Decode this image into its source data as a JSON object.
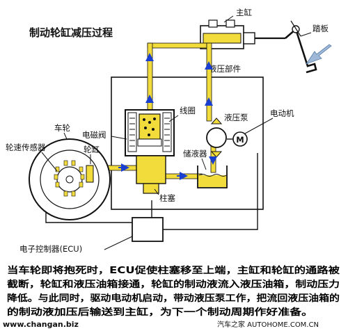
{
  "title": "制动轮缸减压过程",
  "labels": {
    "master_cylinder": "主缸",
    "pedal": "踏板",
    "hydraulic_unit": "液压部件",
    "coil": "线圈",
    "pump": "液压泵",
    "motor": "电动机",
    "motor_symbol": "M",
    "wheel": "车轮",
    "speed_sensor": "轮速传感器",
    "solenoid_valve": "电磁阀",
    "wheel_cylinder": "轮缸",
    "reservoir": "储液器",
    "plunger": "柱塞",
    "ecu": "电子控制器(ECU)"
  },
  "caption": {
    "line1": "当车轮即将抱死时，ECU促使柱塞移至上端，主缸和轮缸的通路被",
    "line2": "截断，轮缸和液压油箱接通，轮缸的制动液流入液压油箱，制动压力",
    "line3": "降低。与此同时，驱动电动机启动，带动液压泵工作，把流回液压油箱的",
    "line4": "的制动液加压后输送到主缸，为下一个制动周期作好准备。"
  },
  "footer": {
    "left": "www.changan.biz",
    "right": "汽车之家 AUTOHOME.COM.CN"
  },
  "colors": {
    "fluid": "#f2dc3c",
    "flow_arrow": "#1a3fd0",
    "pedal_arrow": "#9fb8d8",
    "line": "#111111"
  }
}
